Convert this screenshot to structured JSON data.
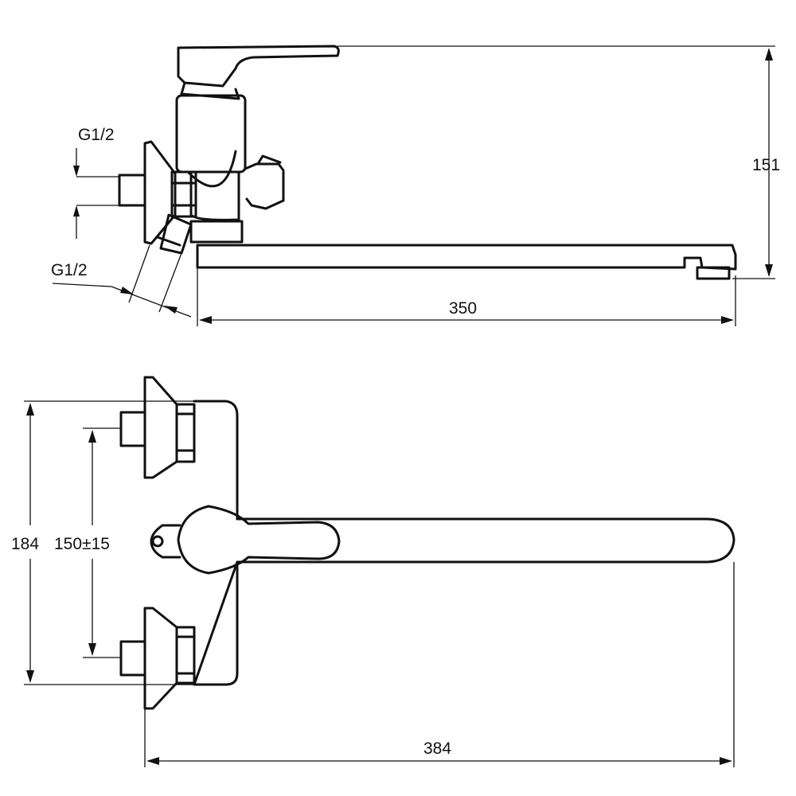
{
  "side_view": {
    "thread_top": "G1/2",
    "thread_bottom": "G1/2",
    "height": "151",
    "spout_reach": "350"
  },
  "top_view": {
    "overall_width": "184",
    "center_distance": "150±15",
    "overall_length": "384"
  }
}
